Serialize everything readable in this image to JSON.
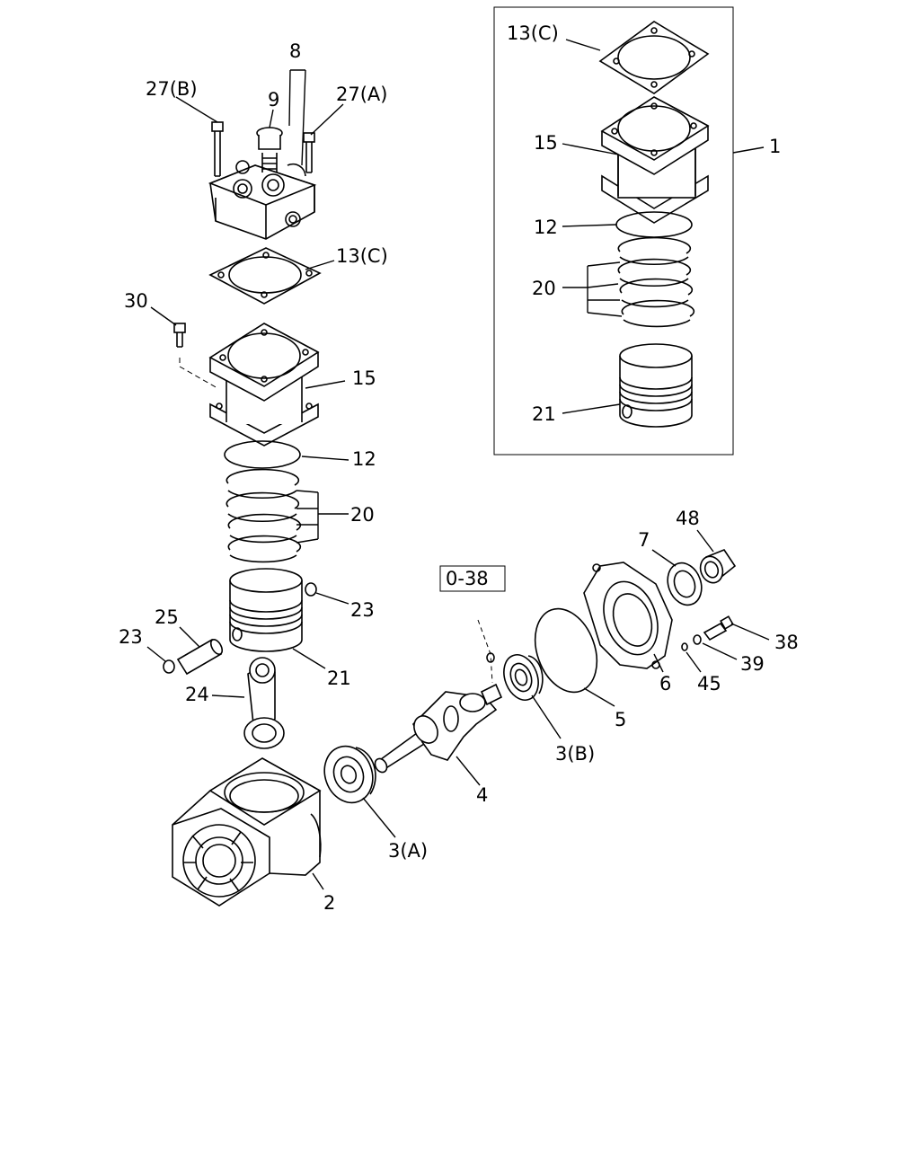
{
  "labels": {
    "inset_13c": "13(C)",
    "inset_15": "15",
    "inset_12": "12",
    "inset_20": "20",
    "inset_21": "21",
    "inset_1": "1",
    "l8": "8",
    "l9": "9",
    "l27b": "27(B)",
    "l27a": "27(A)",
    "l13c": "13(C)",
    "l30": "30",
    "l15": "15",
    "l12": "12",
    "l20": "20",
    "l23r": "23",
    "l25": "25",
    "l23l": "23",
    "l21": "21",
    "l24": "24",
    "l038": "0-38",
    "l48": "48",
    "l7": "7",
    "l38": "38",
    "l39": "39",
    "l45": "45",
    "l6": "6",
    "l5": "5",
    "l3b": "3(B)",
    "l4": "4",
    "l3a": "3(A)",
    "l2": "2"
  }
}
